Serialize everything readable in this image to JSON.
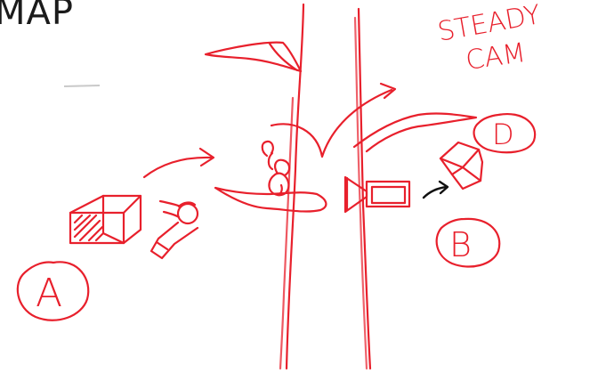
{
  "title": "MAP",
  "note": "STEADY\nCAM",
  "note_lines": [
    "STEADY",
    "CAM"
  ],
  "positions": {
    "a": "A",
    "b": "B",
    "d": "D"
  },
  "colors": {
    "ink": "#e8202c",
    "title": "#1b1b1b",
    "arrow_dark": "#111111",
    "background": "#ffffff"
  }
}
